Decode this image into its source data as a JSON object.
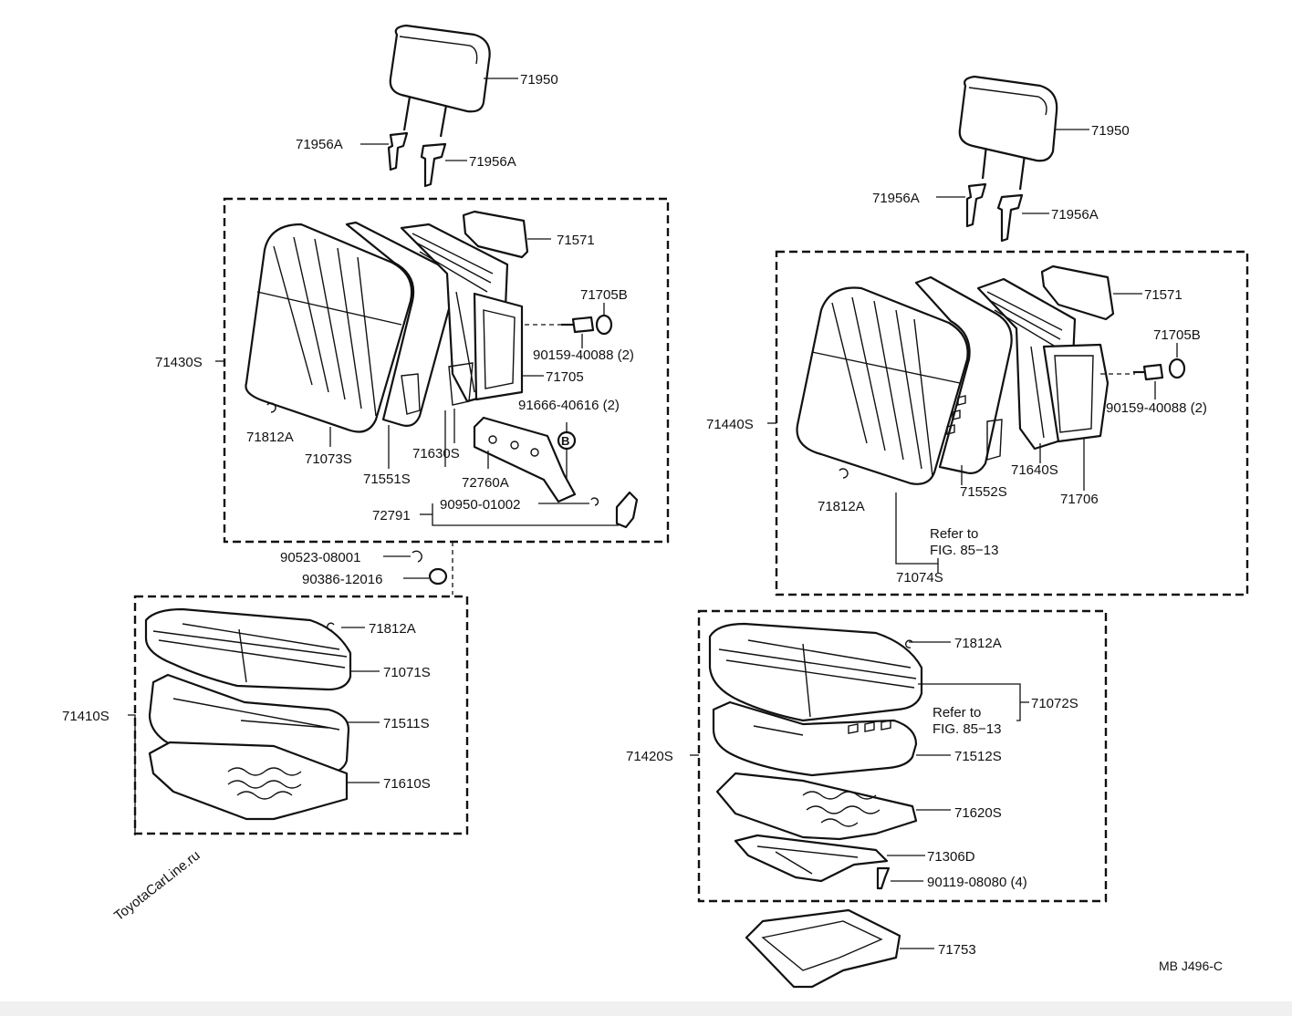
{
  "watermark": "ToyotaCarLine.ru",
  "diagram_code": "MB J496-C",
  "labels": {
    "l_71950": "71950",
    "l_71956a_1": "71956A",
    "l_71956a_2": "71956A",
    "l_71571": "71571",
    "l_71705b": "71705B",
    "l_90159": "90159-40088 (2)",
    "l_71705": "71705",
    "l_91666": "91666-40616 (2)",
    "l_b": "B",
    "l_71430s": "71430S",
    "l_71812a_1": "71812A",
    "l_71073s": "71073S",
    "l_71630s": "71630S",
    "l_72760a": "72760A",
    "l_71551s": "71551S",
    "l_72791": "72791",
    "l_90950": "90950-01002",
    "l_90523": "90523-08001",
    "l_90386": "90386-12016",
    "l_71812a_2": "71812A",
    "l_71071s": "71071S",
    "l_71410s": "71410S",
    "l_71511s": "71511S",
    "l_71610s": "71610S",
    "r_71950": "71950",
    "r_71956a_1": "71956A",
    "r_71956a_2": "71956A",
    "r_71571": "71571",
    "r_71705b": "71705B",
    "r_90159": "90159-40088 (2)",
    "r_71440s": "71440S",
    "r_71640s": "71640S",
    "r_71812a_1": "71812A",
    "r_71552s": "71552S",
    "r_71706": "71706",
    "r_refer1a": "Refer to",
    "r_refer1b": "FIG. 85−13",
    "r_71074s": "71074S",
    "r_71812a_2": "71812A",
    "r_refer2a": "Refer to",
    "r_refer2b": "FIG. 85−13",
    "r_71072s": "71072S",
    "r_71420s": "71420S",
    "r_71512s": "71512S",
    "r_71620s": "71620S",
    "r_71306d": "71306D",
    "r_90119": "90119-08080 (4)",
    "r_71753": "71753"
  }
}
